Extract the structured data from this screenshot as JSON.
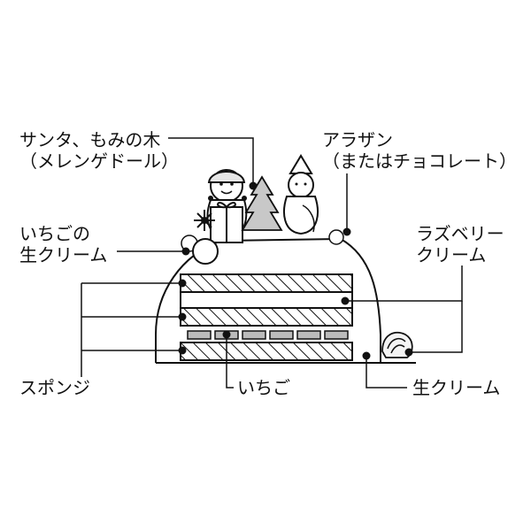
{
  "labels": {
    "santa_tree": {
      "line1": "サンタ、もみの木",
      "line2": "（メレンゲドール）"
    },
    "arazan": {
      "line1": "アラザン",
      "line2": "（またはチョコレート）"
    },
    "strawberry_cream": {
      "line1": "いちごの",
      "line2": "生クリーム"
    },
    "raspberry_cream": {
      "line1": "ラズベリー",
      "line2": "クリーム"
    },
    "sponge": "スポンジ",
    "strawberry": "いちご",
    "fresh_cream": "生クリーム"
  }
}
